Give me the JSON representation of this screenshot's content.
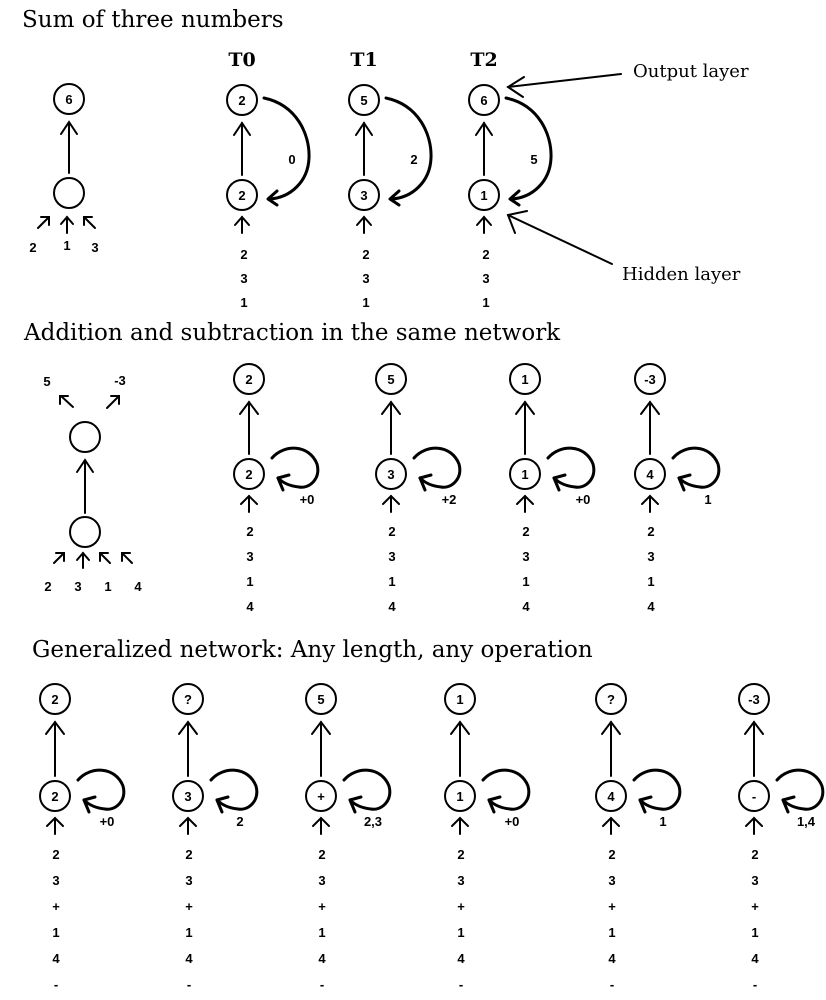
{
  "sections": [
    {
      "heading": "Sum of three numbers",
      "summary": {
        "output": "6",
        "hidden": "",
        "inputs": [
          "2",
          "1",
          "3"
        ]
      },
      "annotations": {
        "output_layer": "Output layer",
        "hidden_layer": "Hidden layer"
      },
      "steps": [
        {
          "label": "T0",
          "output": "2",
          "hidden": "2",
          "recurrent": "0",
          "sequence": [
            "2",
            "3",
            "1"
          ]
        },
        {
          "label": "T1",
          "output": "5",
          "hidden": "3",
          "recurrent": "2",
          "sequence": [
            "2",
            "3",
            "1"
          ]
        },
        {
          "label": "T2",
          "output": "6",
          "hidden": "1",
          "recurrent": "5",
          "sequence": [
            "2",
            "3",
            "1"
          ]
        }
      ]
    },
    {
      "heading": "Addition and subtraction in the same network",
      "summary": {
        "outputs": [
          "5",
          "-3"
        ],
        "inputs": [
          "2",
          "3",
          "1",
          "4"
        ]
      },
      "steps": [
        {
          "output": "2",
          "hidden": "2",
          "recurrent": "+0",
          "sequence": [
            "2",
            "3",
            "1",
            "4"
          ]
        },
        {
          "output": "5",
          "hidden": "3",
          "recurrent": "+2",
          "sequence": [
            "2",
            "3",
            "1",
            "4"
          ]
        },
        {
          "output": "1",
          "hidden": "1",
          "recurrent": "+0",
          "sequence": [
            "2",
            "3",
            "1",
            "4"
          ]
        },
        {
          "output": "-3",
          "hidden": "4",
          "recurrent": "1",
          "sequence": [
            "2",
            "3",
            "1",
            "4"
          ]
        }
      ]
    },
    {
      "heading": "Generalized network: Any length, any operation",
      "steps": [
        {
          "output": "2",
          "hidden": "2",
          "recurrent": "+0",
          "sequence": [
            "2",
            "3",
            "+",
            "1",
            "4",
            "-"
          ]
        },
        {
          "output": "?",
          "hidden": "3",
          "recurrent": "2",
          "sequence": [
            "2",
            "3",
            "+",
            "1",
            "4",
            "-"
          ]
        },
        {
          "output": "5",
          "hidden": "+",
          "recurrent": "2,3",
          "sequence": [
            "2",
            "3",
            "+",
            "1",
            "4",
            "-"
          ]
        },
        {
          "output": "1",
          "hidden": "1",
          "recurrent": "+0",
          "sequence": [
            "2",
            "3",
            "+",
            "1",
            "4",
            "-"
          ]
        },
        {
          "output": "?",
          "hidden": "4",
          "recurrent": "1",
          "sequence": [
            "2",
            "3",
            "+",
            "1",
            "4",
            "-"
          ]
        },
        {
          "output": "-3",
          "hidden": "-",
          "recurrent": "1,4",
          "sequence": [
            "2",
            "3",
            "+",
            "1",
            "4",
            "-"
          ]
        }
      ]
    }
  ]
}
